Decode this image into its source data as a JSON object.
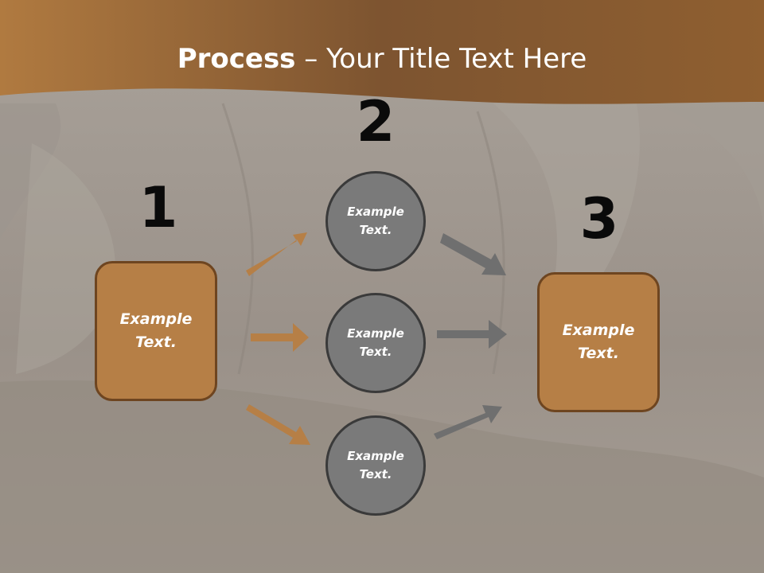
{
  "title": {
    "bold": "Process",
    "rest": " – Your Title Text Here"
  },
  "steps": [
    {
      "number": "1",
      "label_line1": "Example",
      "label_line2": "Text."
    },
    {
      "number": "2"
    },
    {
      "number": "3",
      "label_line1": "Example",
      "label_line2": "Text."
    }
  ],
  "circles": [
    {
      "line1": "Example",
      "line2": "Text."
    },
    {
      "line1": "Example",
      "line2": "Text."
    },
    {
      "line1": "Example",
      "line2": "Text."
    }
  ],
  "colors": {
    "banner": "#8a5a2c",
    "box_fill": "#b67f46",
    "box_border": "#6e4520",
    "circle_fill": "#7a7a7a",
    "circle_border": "#3a3a3a",
    "arrow_orange": "#b67f46",
    "arrow_gray": "#6f6f6f"
  }
}
